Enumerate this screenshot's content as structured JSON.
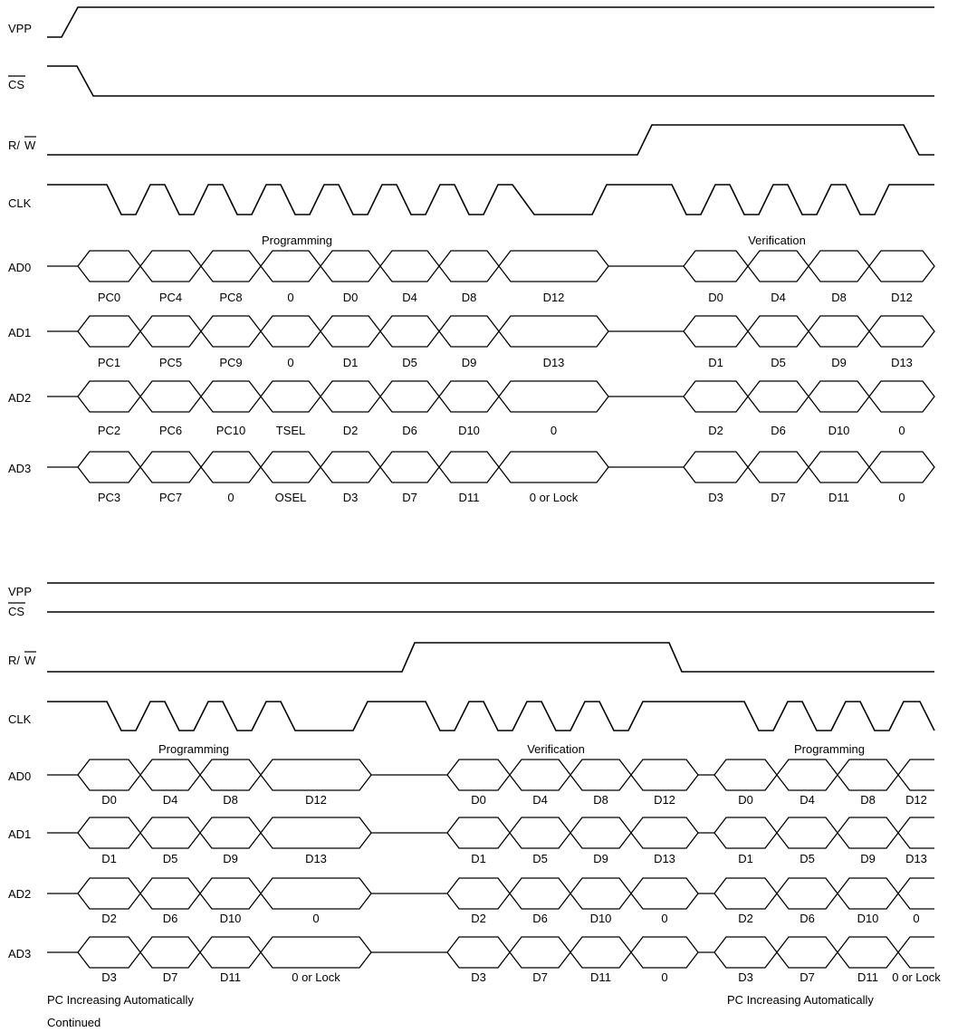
{
  "top": {
    "signals": {
      "vpp": "VPP",
      "cs": "CS",
      "rw_r": "R/",
      "rw_w": "W",
      "clk": "CLK",
      "ad0": "AD0",
      "ad1": "AD1",
      "ad2": "AD2",
      "ad3": "AD3"
    },
    "phase_programming": "Programming",
    "phase_verification": "Verification",
    "ad0_cells": [
      "PC0",
      "PC4",
      "PC8",
      "0",
      "D0",
      "D4",
      "D8",
      "D12",
      "D0",
      "D4",
      "D8",
      "D12"
    ],
    "ad1_cells": [
      "PC1",
      "PC5",
      "PC9",
      "0",
      "D1",
      "D5",
      "D9",
      "D13",
      "D1",
      "D5",
      "D9",
      "D13"
    ],
    "ad2_cells": [
      "PC2",
      "PC6",
      "PC10",
      "TSEL",
      "D2",
      "D6",
      "D10",
      "0",
      "D2",
      "D6",
      "D10",
      "0"
    ],
    "ad3_cells": [
      "PC3",
      "PC7",
      "0",
      "OSEL",
      "D3",
      "D7",
      "D11",
      "0 or Lock",
      "D3",
      "D7",
      "D11",
      "0"
    ]
  },
  "bottom": {
    "signals": {
      "vpp": "VPP",
      "cs": "CS",
      "rw_r": "R/",
      "rw_w": "W",
      "clk": "CLK",
      "ad0": "AD0",
      "ad1": "AD1",
      "ad2": "AD2",
      "ad3": "AD3"
    },
    "phase_programming_1": "Programming",
    "phase_verification": "Verification",
    "phase_programming_2": "Programming",
    "ad0_cells": [
      "D0",
      "D4",
      "D8",
      "D12",
      "D0",
      "D4",
      "D8",
      "D12",
      "D0",
      "D4",
      "D8",
      "D12"
    ],
    "ad1_cells": [
      "D1",
      "D5",
      "D9",
      "D13",
      "D1",
      "D5",
      "D9",
      "D13",
      "D1",
      "D5",
      "D9",
      "D13"
    ],
    "ad2_cells": [
      "D2",
      "D6",
      "D10",
      "0",
      "D2",
      "D6",
      "D10",
      "0",
      "D2",
      "D6",
      "D10",
      "0"
    ],
    "ad3_cells": [
      "D3",
      "D7",
      "D11",
      "0 or Lock",
      "D3",
      "D7",
      "D11",
      "0",
      "D3",
      "D7",
      "D11",
      "0 or Lock"
    ],
    "note_left_line1": "PC Increasing Automatically",
    "note_left_line2": "Continued",
    "note_right": "PC Increasing Automatically"
  }
}
